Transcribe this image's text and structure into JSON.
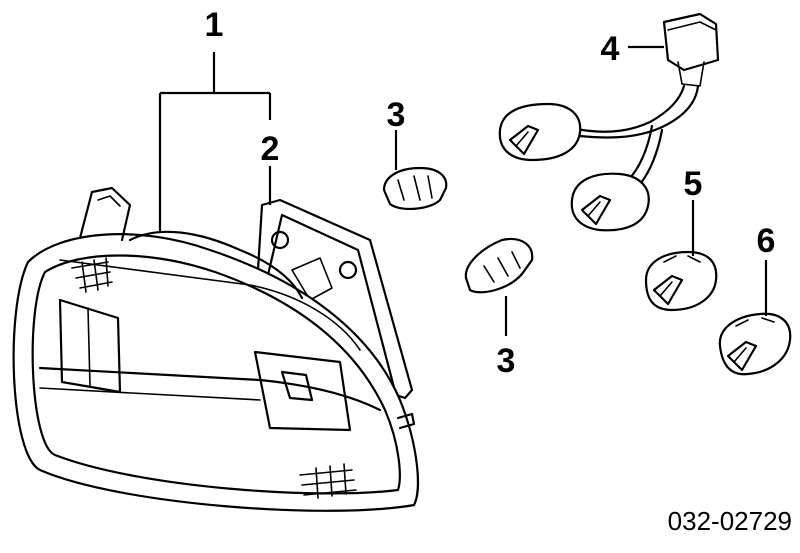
{
  "callouts": {
    "lamp_assembly": "1",
    "gasket": "2",
    "bulb_upper": "3",
    "bulb_lower": "3",
    "harness": "4",
    "socket_a": "5",
    "socket_b": "6"
  },
  "diagram_number": "032-02729"
}
